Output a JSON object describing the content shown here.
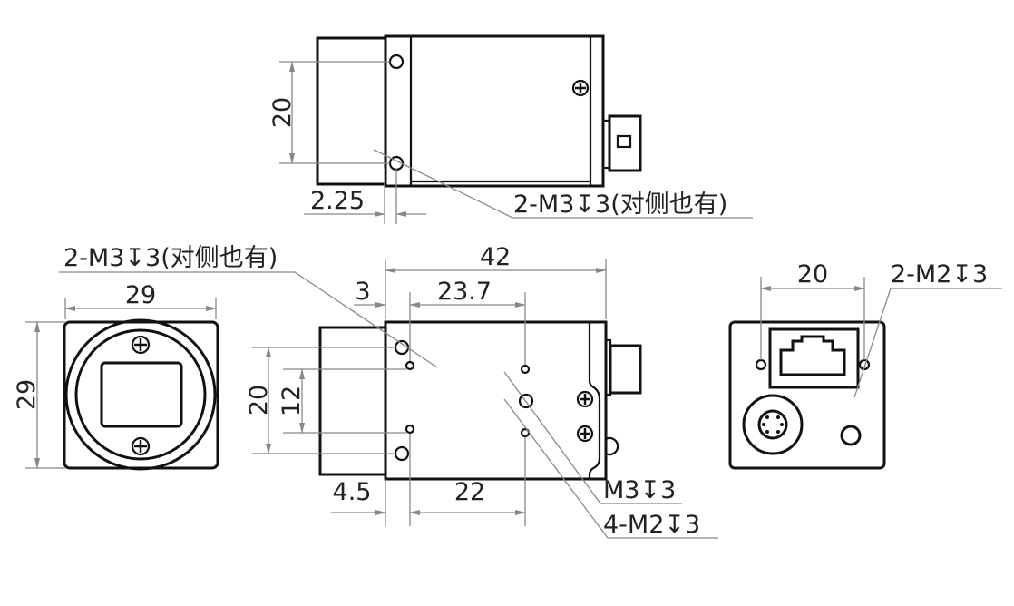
{
  "top_view": {
    "dim_hole_spacing": "20",
    "dim_hole_offset": "2.25",
    "callout": "2-M3↧3(对侧也有)"
  },
  "front_view": {
    "dim_width": "29",
    "dim_height": "29"
  },
  "side_view": {
    "dim_length": "42",
    "dim_front_offset": "3",
    "dim_hole_pitch": "23.7",
    "dim_outer_spacing": "20",
    "dim_inner_spacing": "12",
    "dim_small_offset": "4.5",
    "dim_small_pitch": "22",
    "callout_left": "2-M3↧3(对侧也有)",
    "callout_m3": "M3↧3",
    "callout_m2": "4-M2↧3"
  },
  "rear_view": {
    "dim_hole_spacing": "20",
    "callout": "2-M2↧3"
  },
  "colors": {
    "outline": "#111111",
    "dimension": "#888888"
  }
}
